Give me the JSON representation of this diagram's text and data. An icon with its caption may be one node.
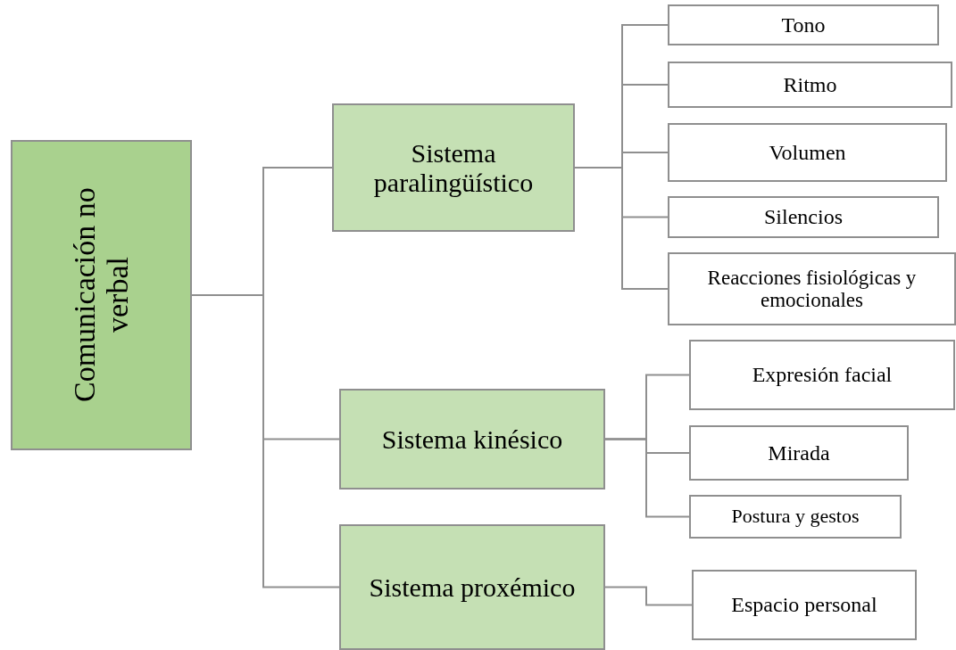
{
  "diagram": {
    "nodes": [
      {
        "text": [
          "Comunicación no verbal"
        ]
      },
      {
        "text": [
          "Sistema paralingüístico"
        ]
      },
      {
        "text": [
          "Sistema kinésico"
        ]
      },
      {
        "text": [
          "Sistema proxémico"
        ]
      },
      {
        "text": [
          "Tono"
        ]
      },
      {
        "text": [
          "Ritmo"
        ]
      },
      {
        "text": [
          "Volumen"
        ]
      },
      {
        "text": [
          "Silencios"
        ]
      },
      {
        "text": [
          "Reacciones fisiológicas y emocionales"
        ]
      },
      {
        "text": [
          "Expresión facial"
        ]
      },
      {
        "text": [
          "Mirada"
        ]
      },
      {
        "text": [
          "Postura y gestos"
        ]
      },
      {
        "text": [
          "Espacio personal"
        ]
      }
    ],
    "edges": [
      {
        "from": 0,
        "to": 1,
        "arrow": "none"
      },
      {
        "from": 0,
        "to": 2,
        "arrow": "none"
      },
      {
        "from": 0,
        "to": 3,
        "arrow": "none"
      },
      {
        "from": 1,
        "to": 4,
        "arrow": "none"
      },
      {
        "from": 1,
        "to": 5,
        "arrow": "none"
      },
      {
        "from": 1,
        "to": 6,
        "arrow": "none"
      },
      {
        "from": 1,
        "to": 7,
        "arrow": "none"
      },
      {
        "from": 1,
        "to": 8,
        "arrow": "none"
      },
      {
        "from": 2,
        "to": 9,
        "arrow": "none"
      },
      {
        "from": 2,
        "to": 10,
        "arrow": "none"
      },
      {
        "from": 2,
        "to": 11,
        "arrow": "none"
      },
      {
        "from": 3,
        "to": 12,
        "arrow": "none"
      }
    ]
  }
}
